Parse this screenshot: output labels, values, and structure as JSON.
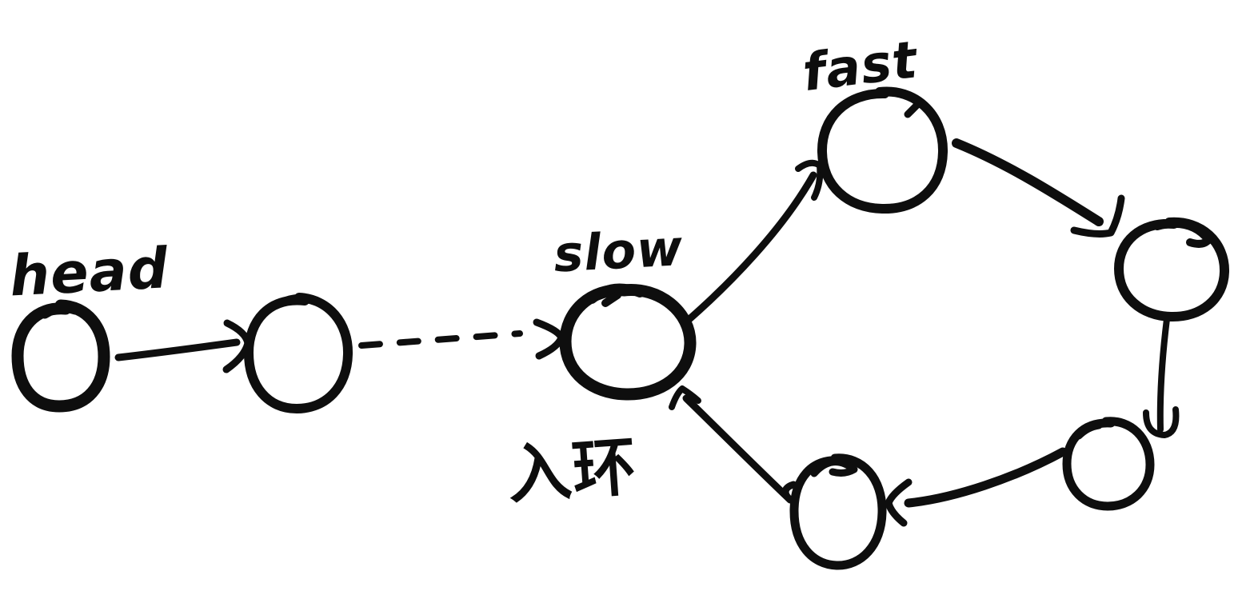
{
  "labels": {
    "head": "head",
    "slow": "slow",
    "fast": "fast",
    "cycle_entry": "入环"
  },
  "colors": {
    "ink": "#0e0e0e",
    "background": "#ffffff"
  },
  "diagram": {
    "type": "linked-list-with-cycle-sketch",
    "nodes": [
      {
        "id": "head-node",
        "label": "head"
      },
      {
        "id": "node-2",
        "label": ""
      },
      {
        "id": "slow-node",
        "label": "slow"
      },
      {
        "id": "fast-node",
        "label": "fast"
      },
      {
        "id": "right-node",
        "label": ""
      },
      {
        "id": "bottom-right-node",
        "label": ""
      },
      {
        "id": "bottom-center-node",
        "label": ""
      }
    ],
    "edges": [
      {
        "from": "head-node",
        "to": "node-2",
        "style": "solid-arrow"
      },
      {
        "from": "node-2",
        "to": "slow-node",
        "style": "dashed-arrow"
      },
      {
        "from": "slow-node",
        "to": "fast-node",
        "style": "solid-arrow"
      },
      {
        "from": "fast-node",
        "to": "right-node",
        "style": "solid-arrow"
      },
      {
        "from": "right-node",
        "to": "bottom-right-node",
        "style": "solid-arrow"
      },
      {
        "from": "bottom-right-node",
        "to": "bottom-center-node",
        "style": "solid-arrow"
      },
      {
        "from": "bottom-center-node",
        "to": "slow-node",
        "style": "solid-arrow"
      }
    ],
    "annotations": [
      {
        "text": "入环",
        "near": "slow-node"
      }
    ]
  }
}
